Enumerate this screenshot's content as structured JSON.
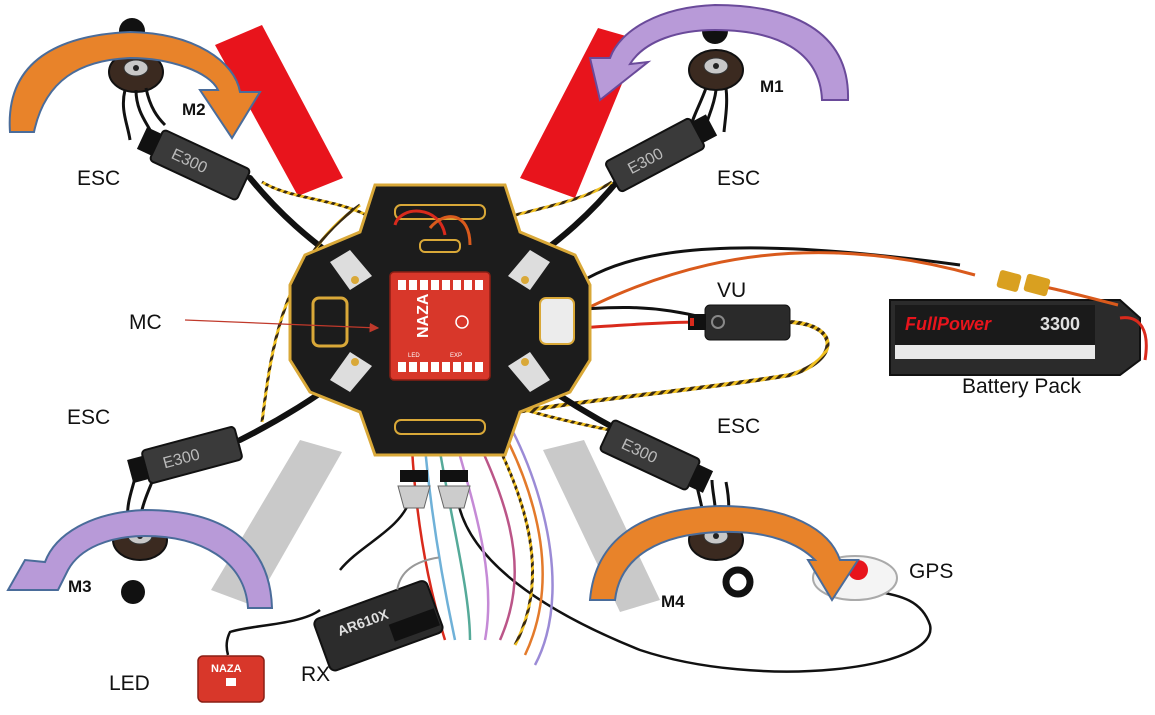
{
  "labels": {
    "m1": "M1",
    "m2": "M2",
    "m3": "M3",
    "m4": "M4",
    "esc_top_left": "ESC",
    "esc_top_right": "ESC",
    "esc_bottom_left": "ESC",
    "esc_bottom_right": "ESC",
    "mc": "MC",
    "vu": "VU",
    "battery_pack": "Battery Pack",
    "gps": "GPS",
    "rx": "RX",
    "led": "LED"
  },
  "product_marks": {
    "esc_model": "E300",
    "controller_brand": "NAZA",
    "controller_port_led": "LED",
    "controller_port_exp": "EXP",
    "battery_brand": "FullPower",
    "battery_capacity": "3300",
    "receiver_model": "AR610X",
    "led_module_brand": "NAZA"
  },
  "colors": {
    "cw_arrow": "#e8832a",
    "ccw_arrow": "#b89ad8",
    "front_marker": "#e8141c",
    "rear_marker": "#c8c8c8",
    "frame": "#1c1c1c",
    "frame_edge": "#d9a838",
    "controller": "#d8372a",
    "wire_red": "#d92a1c",
    "wire_black": "#111111",
    "signal_yellow": "#f0c020"
  }
}
